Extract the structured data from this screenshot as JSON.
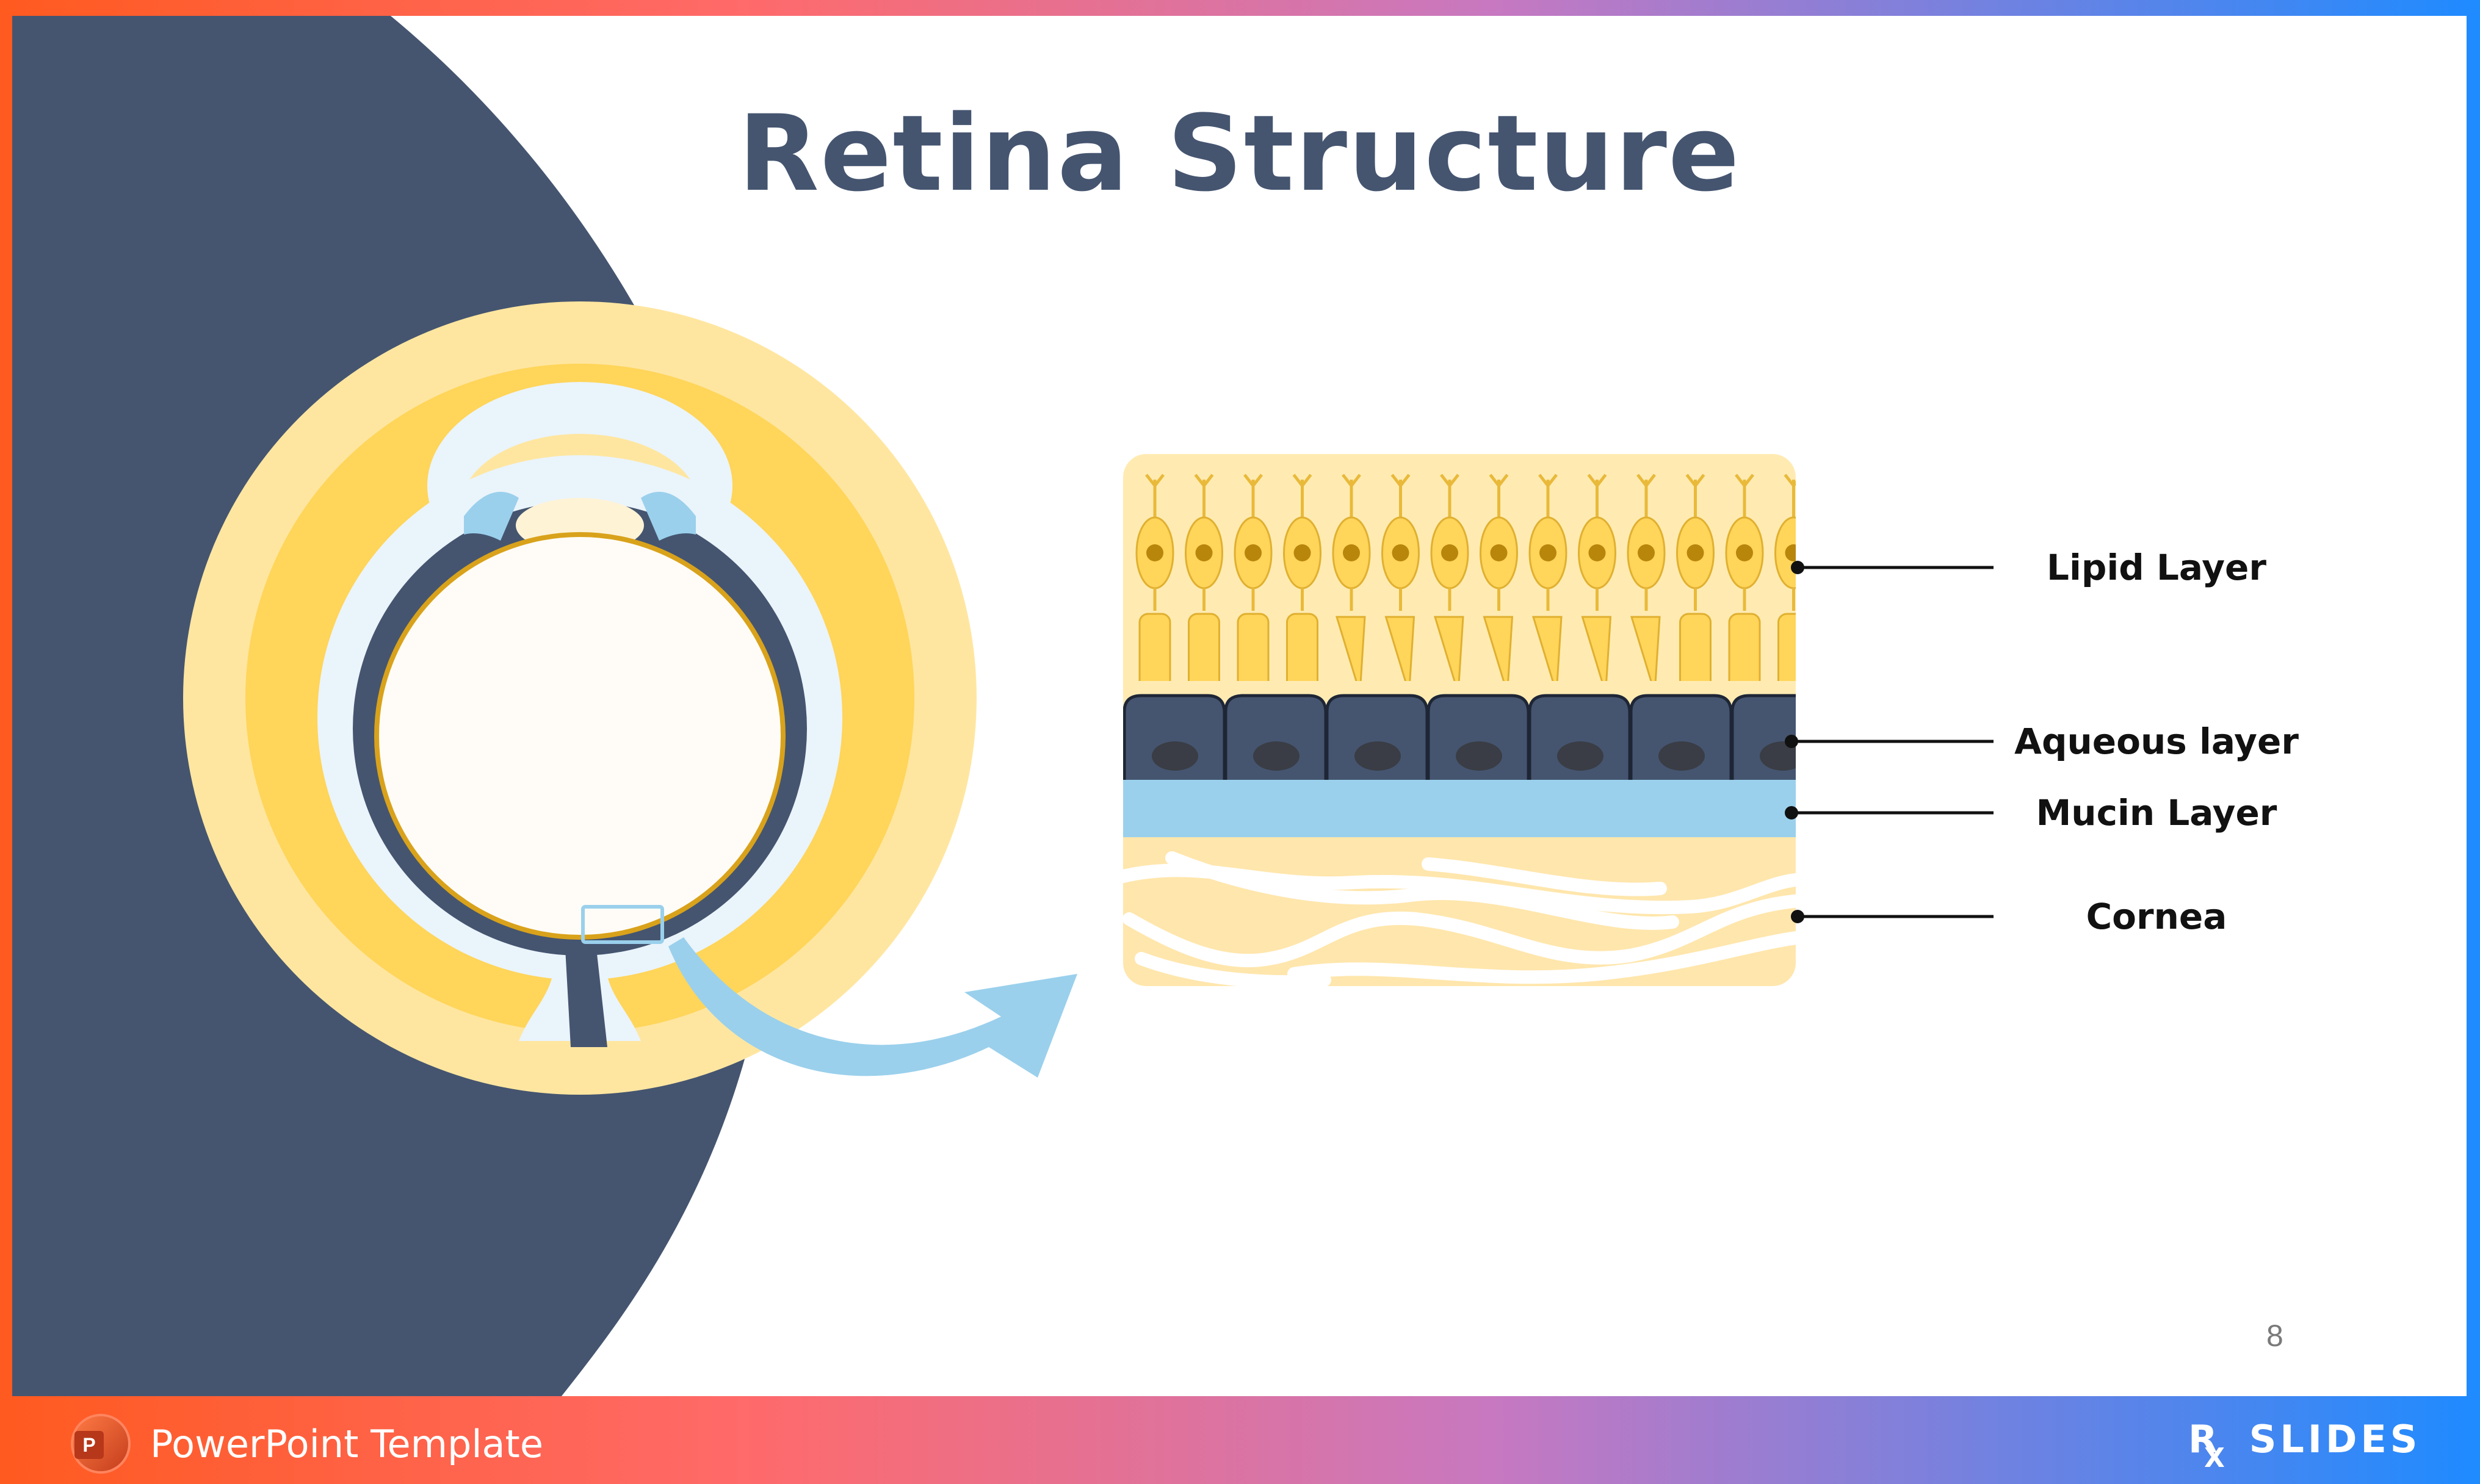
{
  "slide": {
    "title": "Retina Structure",
    "page_number": "8"
  },
  "layers": [
    {
      "label": "Lipid Layer"
    },
    {
      "label": "Aqueous layer"
    },
    {
      "label": "Mucin Layer"
    },
    {
      "label": "Cornea"
    }
  ],
  "footer": {
    "app_icon": "powerpoint-icon",
    "app_icon_letter": "P",
    "template_label": "PowerPoint Template",
    "brand_logo": "RxSlides",
    "brand_rx": "R",
    "brand_x": "X",
    "brand_text": "SLIDES"
  },
  "colors": {
    "navy": "#455570",
    "yellow": "#FFD55A",
    "pale_yellow": "#FFE6A0",
    "light_blue": "#9AD0EC",
    "ice": "#EAF4FB",
    "gold": "#D9A21B",
    "cell_nucleus": "#B8860B"
  }
}
